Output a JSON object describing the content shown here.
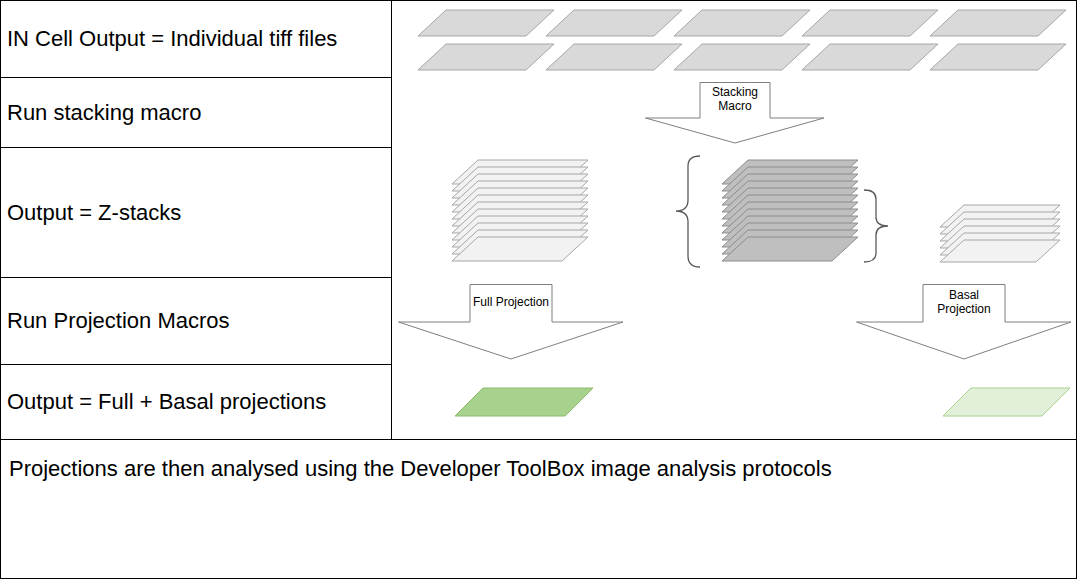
{
  "diagram": {
    "nodes": [
      {
        "text": [
          "IN Cell Output = Individual tiff files"
        ]
      },
      {
        "text": [
          "Run stacking macro"
        ]
      },
      {
        "text": [
          "Stacking Macro"
        ]
      },
      {
        "text": [
          "Output = Z-stacks"
        ]
      },
      {
        "text": [
          "Run Projection Macros"
        ]
      },
      {
        "text": [
          "Full Projection"
        ]
      },
      {
        "text": [
          "Basal Projection"
        ]
      },
      {
        "text": [
          "Output = Full + Basal projections"
        ]
      },
      {
        "text": [
          "Projections are then analysed using the Developer ToolBox image analysis protocols"
        ]
      }
    ]
  }
}
